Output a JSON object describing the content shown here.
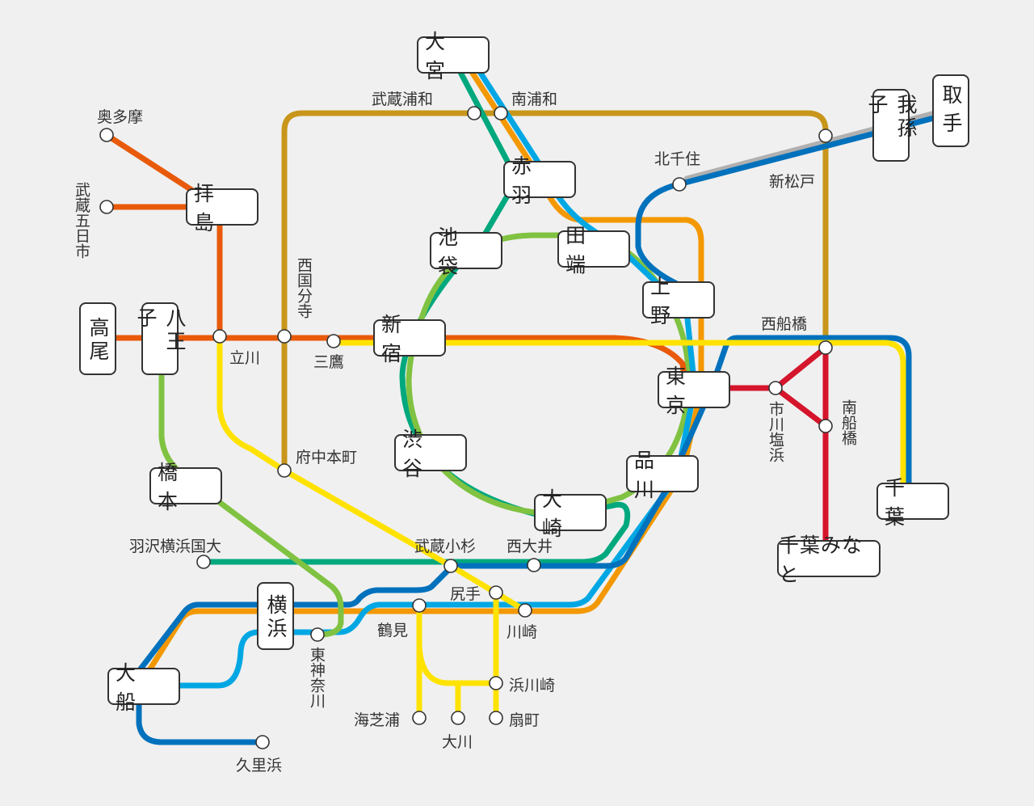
{
  "colors": {
    "chuo": "#e85a0a",
    "sobu": "#ffe200",
    "yamanote": "#80c241",
    "saikyo": "#00a87e",
    "keihin": "#00a7e3",
    "tokaido": "#f39800",
    "yokosuka": "#0071bc",
    "musashino": "#c8961a",
    "keiyo": "#d4152b",
    "joban_gray": "#b0b0b0"
  },
  "major_stations": {
    "omiya": "大 宮",
    "akabane": "赤 羽",
    "ikebukuro": "池 袋",
    "tabata": "田 端",
    "ueno": "上 野",
    "shinjuku": "新 宿",
    "tokyo": "東 京",
    "shibuya": "渋 谷",
    "shinagawa": "品 川",
    "osaki": "大 崎",
    "haijima": "拝 島",
    "takao": "高尾",
    "hachioji": "八王子",
    "hashimoto": "橋 本",
    "yokohama": "横浜",
    "ofuna": "大 船",
    "chiba": "千 葉",
    "chibaminato": "千葉みなと",
    "abiko": "我孫子",
    "toride": "取手"
  },
  "stations": {
    "musashi_urawa": "武蔵浦和",
    "minami_urawa": "南浦和",
    "okutama": "奥多摩",
    "musashi_itsukaichi": "武蔵五日市",
    "kita_senju": "北千住",
    "shin_matsudo": "新松戸",
    "nishi_kokubunji": "西国分寺",
    "tachikawa": "立川",
    "mitaka": "三鷹",
    "nishi_funabashi": "西船橋",
    "ichikawa_shiohama": "市川塩浜",
    "minami_funabashi": "南船橋",
    "fuchu_hommachi": "府中本町",
    "hazawa": "羽沢横浜国大",
    "musashi_kosugi": "武蔵小杉",
    "nishi_oi": "西大井",
    "shirite": "尻手",
    "tsurumi": "鶴見",
    "kawasaki": "川崎",
    "higashi_kanagawa": "東神奈川",
    "hama_kawasaki": "浜川崎",
    "umi_shibaura": "海芝浦",
    "okawa": "大川",
    "ogimachi": "扇町",
    "kurihama": "久里浜"
  }
}
